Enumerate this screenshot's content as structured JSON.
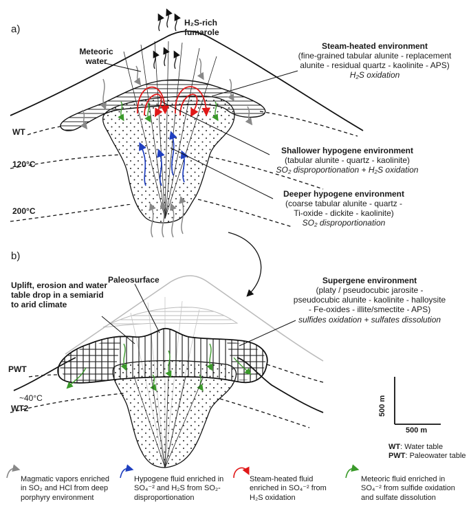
{
  "panel_a": {
    "label": "a)",
    "fumarole": "H₂S-rich fumarole",
    "meteoric": "Meteoric water",
    "wt": "WT",
    "temp_120": "120°C",
    "temp_200": "200°C",
    "steam": {
      "title": "Steam-heated environment",
      "line1": "(fine-grained tabular alunite - replacement",
      "line2": "alunite - residual quartz - kaolinite - APS)",
      "process": "H₂S oxidation"
    },
    "shallow": {
      "title": "Shallower hypogene environment",
      "line1": "(tabular alunite - quartz - kaolinite)",
      "process": "SO₂ disproportionation + H₂S oxidation"
    },
    "deep": {
      "title": "Deeper hypogene environment",
      "line1": "(coarse tabular alunite - quartz -",
      "line2": "Ti-oxide - dickite - kaolinite)",
      "process": "SO₂ disproportionation"
    }
  },
  "panel_b": {
    "label": "b)",
    "uplift": "Uplift, erosion and water table drop in a semiarid to arid climate",
    "paleosurface": "Paleosurface",
    "pwt": "PWT",
    "temp_40": "~40°C",
    "wt2": "WT2",
    "supergene": {
      "title": "Supergene environment",
      "line1": "(platy / pseudocubic jarosite -",
      "line2": "pseudocubic alunite - kaolinite - halloysite",
      "line3": "- Fe-oxides - illite/smectite - APS)",
      "process": "sulfides oxidation + sulfates dissolution"
    },
    "scale_v": "500 m",
    "scale_h": "500 m",
    "wt_key": "WT",
    "wt_def": ": Water table",
    "pwt_key": "PWT",
    "pwt_def": ": Paleowater table"
  },
  "legend": [
    {
      "text": "Magmatic vapors enriched in SO₂ and HCl from deep porphyry environment",
      "color": "#888888"
    },
    {
      "text": "Hypogene fluid enriched in SO₄⁻² and H₂S from SO₂-disproportionation",
      "color": "#1f3fbf"
    },
    {
      "text": "Steam-heated fluid enriched in SO₄⁻² from H₂S oxidation",
      "color": "#e01818"
    },
    {
      "text": "Meteoric fluid enriched in SO₄⁻² from sulfide oxidation and sulfate dissolution",
      "color": "#3a9a2a"
    }
  ]
}
